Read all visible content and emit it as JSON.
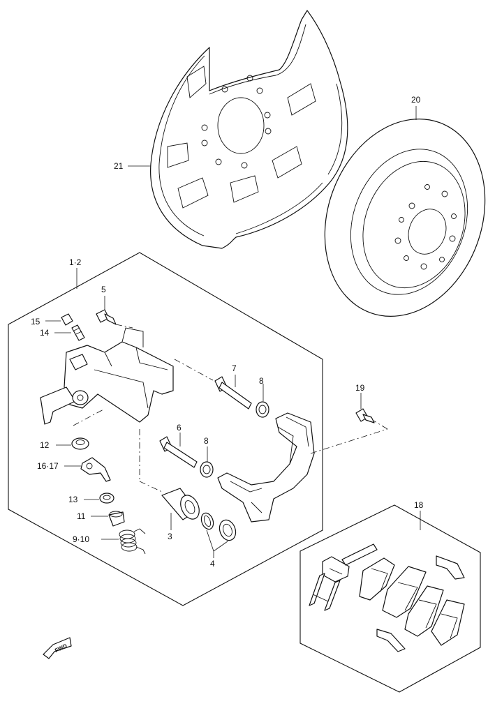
{
  "callouts": {
    "c1_2": "1·2",
    "c3": "3",
    "c4": "4",
    "c5": "5",
    "c6": "6",
    "c7": "7",
    "c8a": "8",
    "c8b": "8",
    "c9_10": "9·10",
    "c11": "11",
    "c12": "12",
    "c13": "13",
    "c14": "14",
    "c15": "15",
    "c16_17": "16·17",
    "c18": "18",
    "c19": "19",
    "c20": "20",
    "c21": "21"
  },
  "direction": {
    "label": "FWD",
    "icon": "forward-arrow-icon"
  }
}
